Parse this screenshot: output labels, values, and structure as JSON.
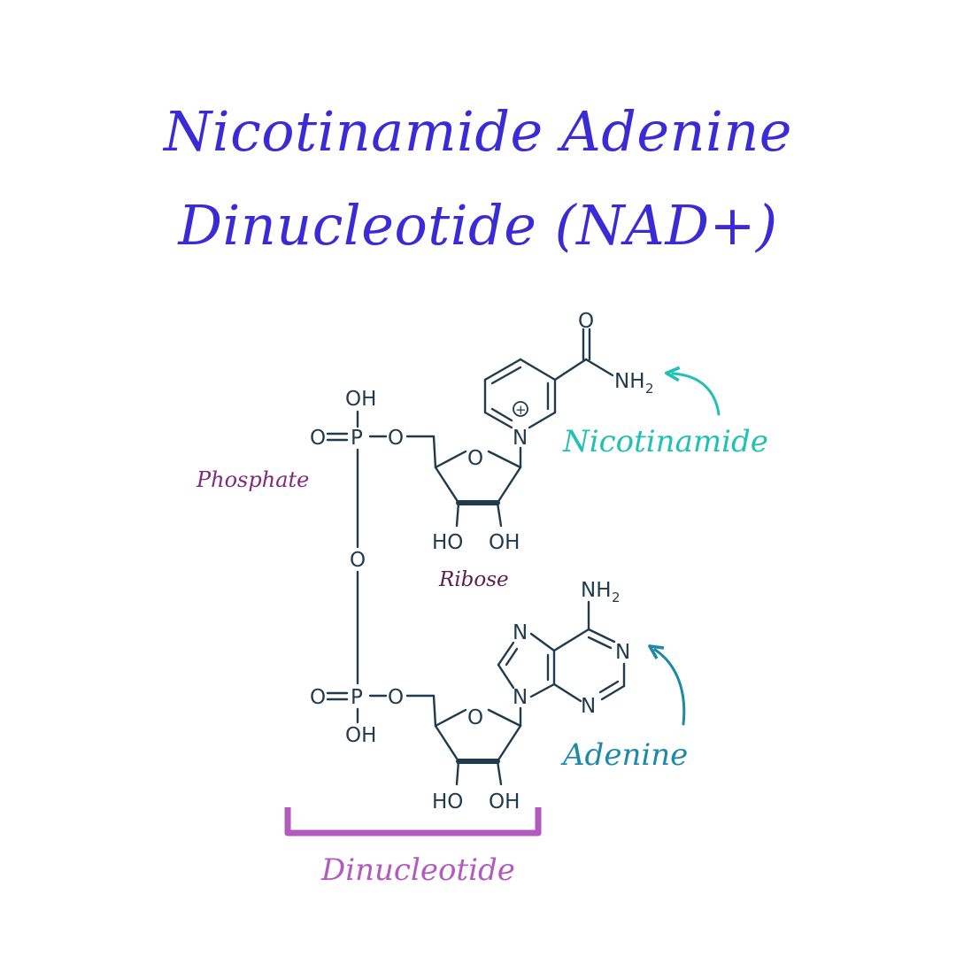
{
  "title": {
    "line1": "Nicotinamide Adenine",
    "line2": "Dinucleotide (NAD+)"
  },
  "atoms": {
    "oh": "OH",
    "ho": "HO",
    "o": "O",
    "p": "P",
    "n": "N",
    "nh": "NH",
    "sub2": "2",
    "plus": "+"
  },
  "labels": {
    "phosphate": "Phosphate",
    "ribose": "Ribose",
    "nicotinamide": "Nicotinamide",
    "adenine": "Adenine",
    "dinucleotide": "Dinucleotide"
  },
  "colors": {
    "title": "#3a2bd6",
    "structure": "#1f3b4d",
    "phosphate": "#7d2a7f",
    "ribose": "#5a1f4f",
    "nicotinamide": "#1fc1b4",
    "adenine": "#1e88a8",
    "dinucleotide": "#b15bbd"
  }
}
